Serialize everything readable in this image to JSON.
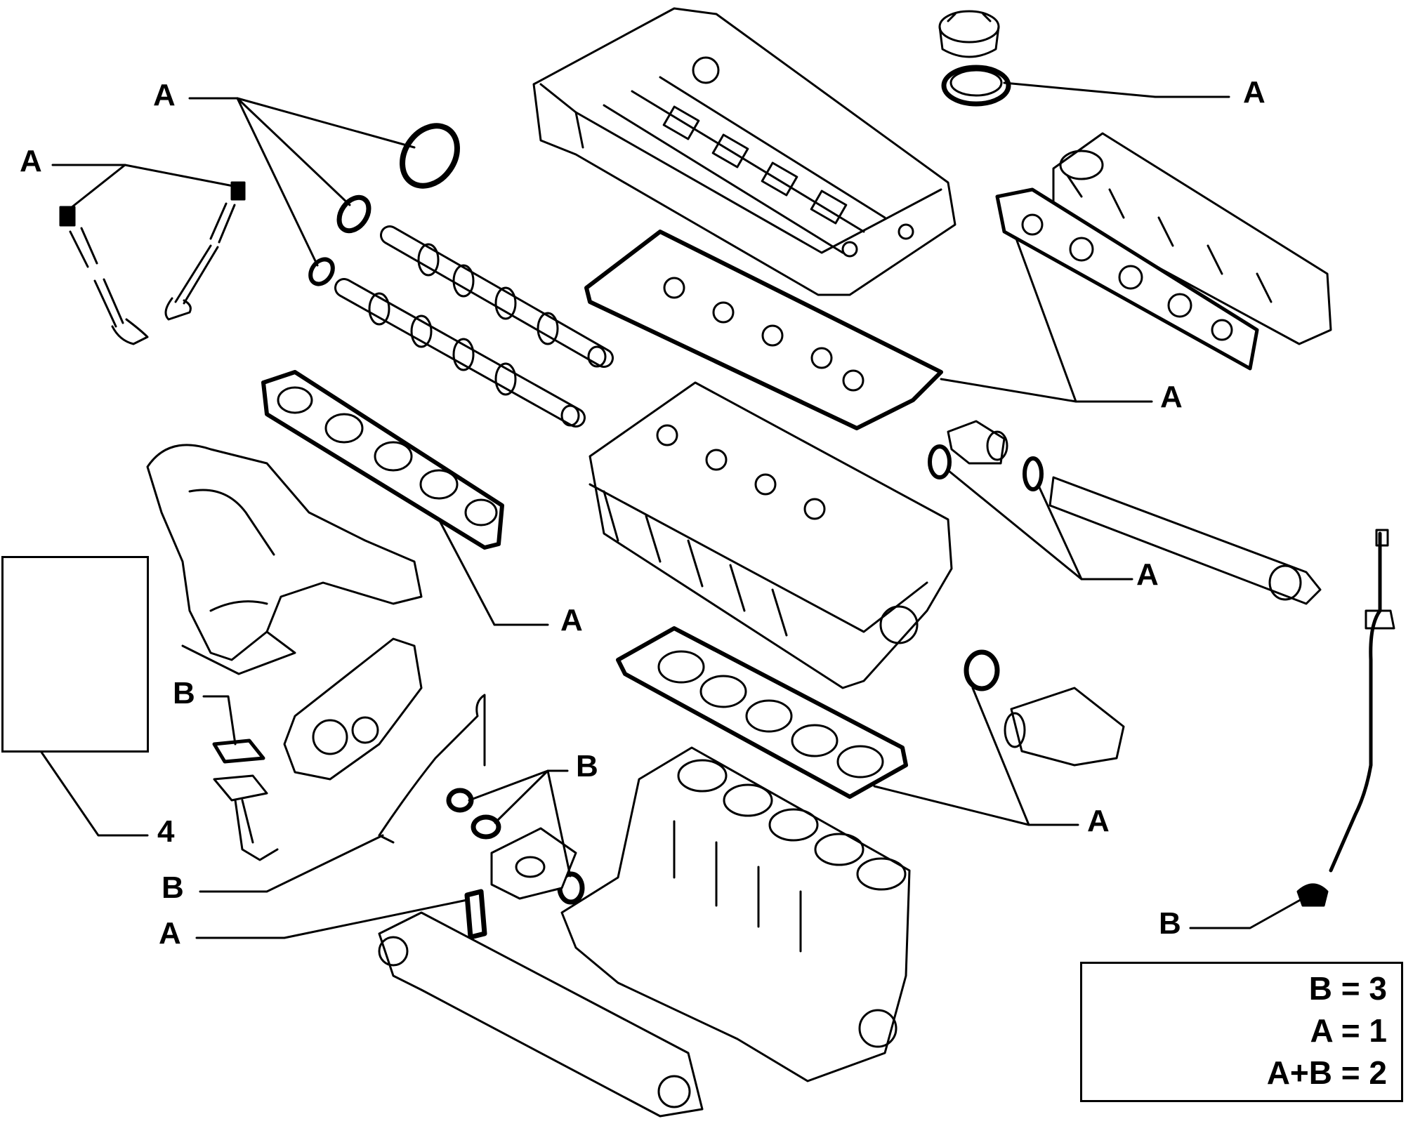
{
  "callouts": {
    "a1": "A",
    "a2": "A",
    "a3": "A",
    "a4": "A",
    "a5": "A",
    "a6": "A",
    "a7": "A",
    "a8": "A",
    "b1": "B",
    "b2": "B",
    "b3": "B",
    "b4": "B",
    "n4": "4"
  },
  "legend": {
    "line1": "B = 3",
    "line2": "A = 1",
    "line3": "A+B = 2"
  },
  "kit_icons": [
    "sealant-bottle-icon",
    "nozzle-cap-icon"
  ],
  "legend_icons": [
    "parts-kit-boxes-icon"
  ]
}
